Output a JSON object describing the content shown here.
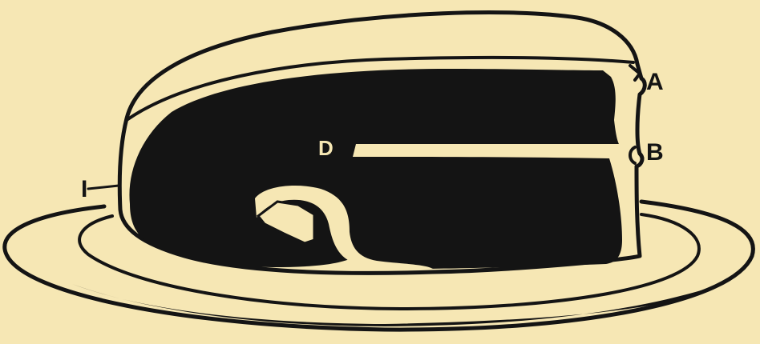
{
  "labels": {
    "a": "A",
    "b": "B",
    "d": "D",
    "i": "I"
  },
  "colors": {
    "background": "#f6e7b4",
    "ink": "#141414"
  }
}
